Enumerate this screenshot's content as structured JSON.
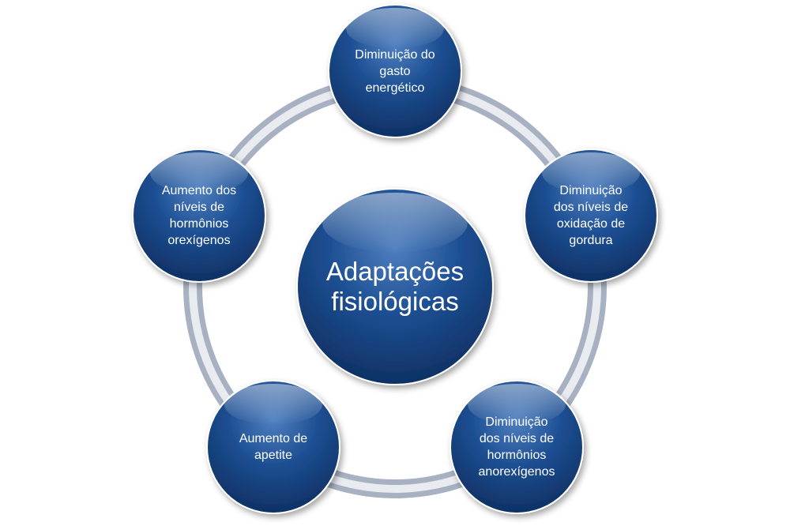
{
  "diagram": {
    "center": {
      "label": "Adaptações\nfisiológicas"
    },
    "nodes": [
      {
        "id": "top",
        "label": "Diminuição do\ngasto\nenergético"
      },
      {
        "id": "right",
        "label": "Diminuição\ndos níveis de\noxidação de\ngordura"
      },
      {
        "id": "bottom-right",
        "label": "Diminuição\ndos níveis de\nhormônios\nanorexígenos"
      },
      {
        "id": "bottom-left",
        "label": "Aumento de\napetite"
      },
      {
        "id": "left",
        "label": "Aumento dos\nníveis de\nhormônios\norexígenos"
      }
    ],
    "colors": {
      "circle_dark": "#0d2d5e",
      "circle_mid": "#1d4f93",
      "circle_light": "#4f7fbf",
      "ring_outer": "#a8b1c1",
      "ring_inner": "#e8ebf0"
    }
  }
}
